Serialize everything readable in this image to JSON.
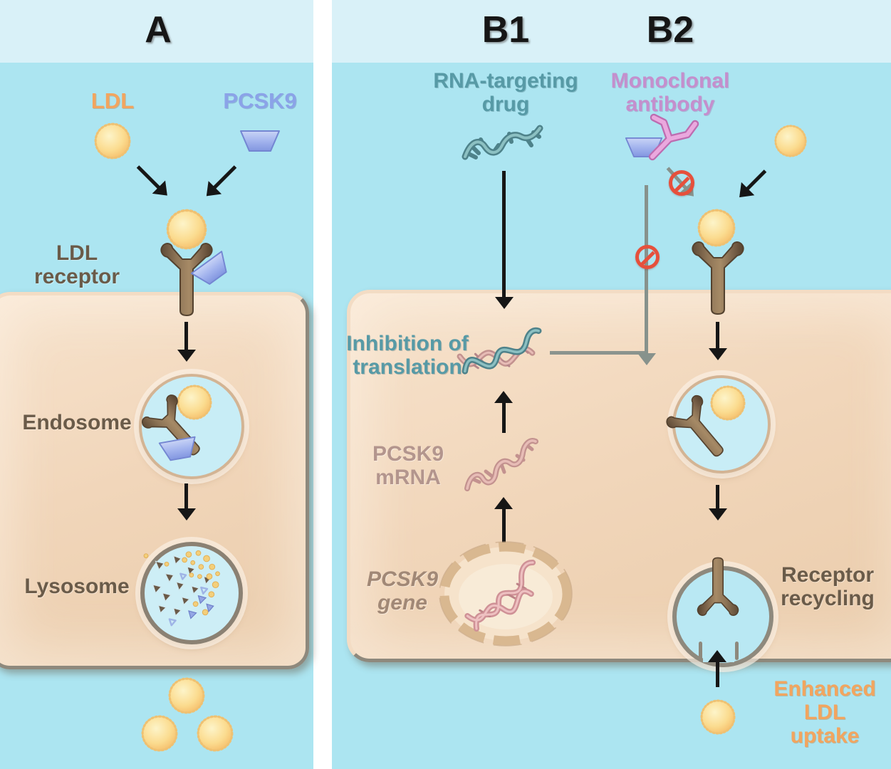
{
  "figure": {
    "panel_a": {
      "title": "A",
      "ldl_label": "LDL",
      "pcsk9_label": "PCSK9",
      "ldl_receptor_label": "LDL\nreceptor",
      "endosome_label": "Endosome",
      "lysosome_label": "Lysosome"
    },
    "panel_b1": {
      "title": "B1",
      "drug_label": "RNA-targeting\ndrug",
      "inhibition_label": "Inhibition of\ntranslation",
      "mrna_label": "PCSK9\nmRNA",
      "gene_label": "PCSK9\ngene"
    },
    "panel_b2": {
      "title": "B2",
      "antibody_label": "Monoclonal\nantibody",
      "recycling_label": "Receptor\nrecycling",
      "uptake_label": "Enhanced\nLDL\nuptake"
    }
  },
  "palette": {
    "background_blue": "#ace5f1",
    "header_band_blue": "#d9f1f8",
    "cell_tan": "#f1d6ba",
    "membrane_gray": "#8e897d",
    "ldl_yellow": "#fbdc90",
    "pcsk9_periwinkle": "#8ba3e8",
    "receptor_brown": "#8a7053",
    "teal_rna": "#579aa6",
    "pink_antibody": "#e8a6dd",
    "mrna_pink": "#cf9196",
    "prohibition_red": "#e6503c",
    "orange_text": "#f2a55f",
    "vesicle_blue": "#c8edf6"
  },
  "icons": {
    "ldl-particle-icon": "scalloped yellow sphere",
    "pcsk9-icon": "periwinkle trapezoid",
    "ldl-receptor-icon": "brown Y-shaped receptor",
    "antibody-icon": "pink Y antibody",
    "rna-drug-icon": "teal RNA strand",
    "mrna-icon": "pink mRNA strand",
    "rna-duplex-icon": "teal-pink RNA duplex",
    "nucleus-icon": "nuclear envelope with DNA helix",
    "lysosome-debris-icon": "degraded fragments",
    "prohibition-icon": "red blocked sign",
    "arrow-icon": "process arrow"
  }
}
